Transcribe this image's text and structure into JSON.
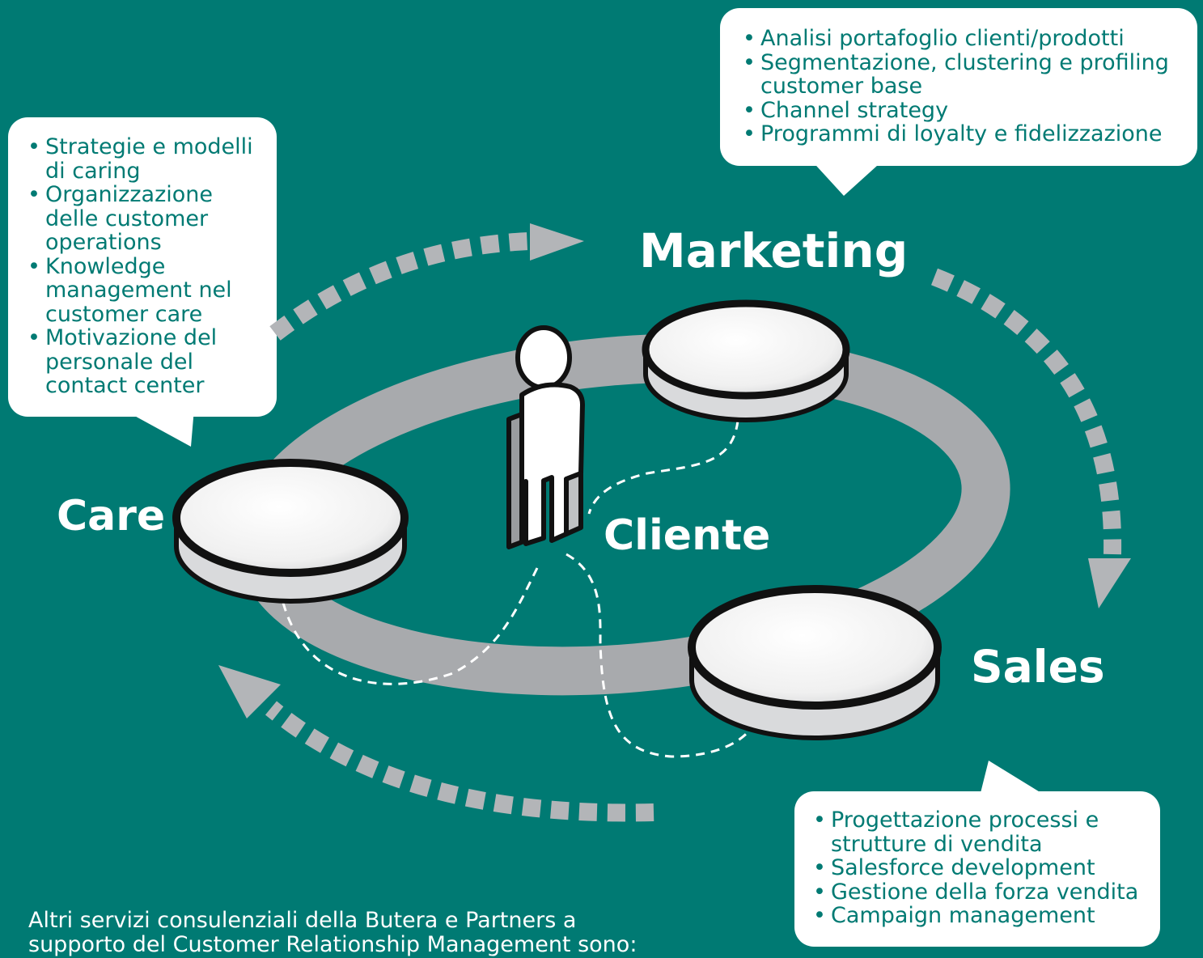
{
  "labels": {
    "marketing": "Marketing",
    "care": "Care",
    "cliente": "Cliente",
    "sales": "Sales"
  },
  "bubbles": {
    "marketing": {
      "items": [
        "Analisi portafoglio clienti/prodotti",
        "Segmentazione, clustering e profiling customer base",
        "Channel strategy",
        "Programmi di loyalty e fidelizzazione"
      ]
    },
    "care": {
      "items": [
        "Strategie e modelli di caring",
        "Organizzazione delle customer operations",
        "Knowledge management nel customer care",
        "Motivazione del personale del contact center"
      ]
    },
    "sales": {
      "items": [
        "Progettazione processi e strutture di vendita",
        "Salesforce development",
        "Gestione della forza vendita",
        "Campaign management"
      ]
    }
  },
  "footer": {
    "text": "Altri servizi consulenziali della Butera e Partners a supporto del Customer Relationship Management sono:"
  },
  "colors": {
    "background": "#007a73",
    "ring": "#a8aaad",
    "arrow": "#b3b5b8",
    "bubble": "#ffffff",
    "text_on_bubble": "#007a73"
  }
}
